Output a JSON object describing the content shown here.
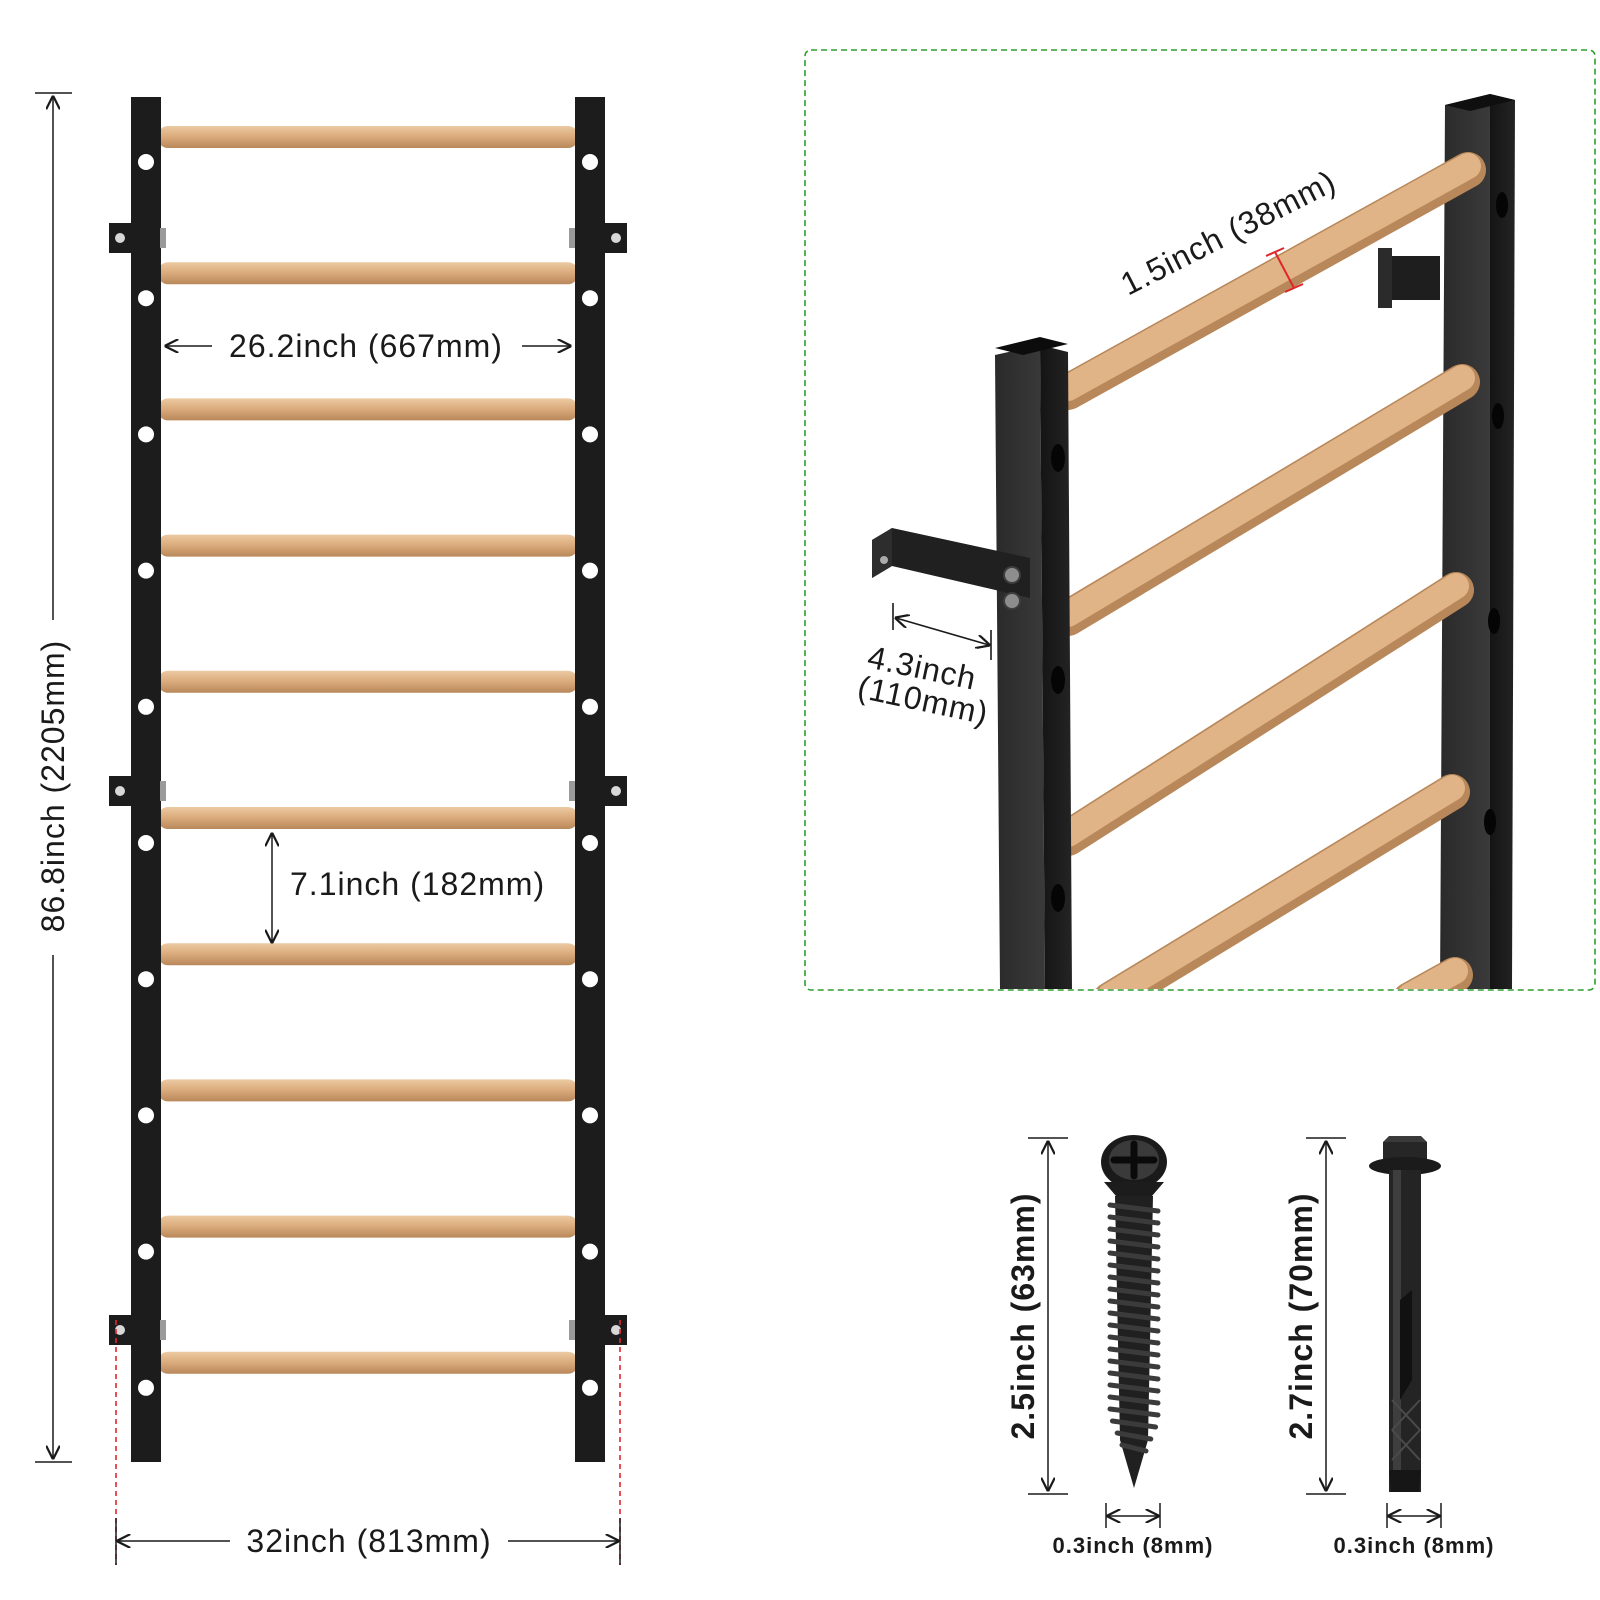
{
  "front_view": {
    "height_label": "86.8inch (2205mm)",
    "inner_width_label": "26.2inch (667mm)",
    "rung_spacing_label": "7.1inch (182mm)",
    "outer_width_label": "32inch (813mm)",
    "rung_count": 10
  },
  "detail_view": {
    "rung_diameter_label": "1.5inch (38mm)",
    "bracket_depth_label_line1": "4.3inch",
    "bracket_depth_label_line2": "(110mm)"
  },
  "hardware": {
    "screw_length_label": "2.5inch (63mm)",
    "screw_diameter_label": "0.3inch (8mm)",
    "anchor_length_label": "2.7inch (70mm)",
    "anchor_diameter_label": "0.3inch (8mm)"
  },
  "colors": {
    "frame": "#1c1c1c",
    "wood": "#d9a878",
    "wood_highlight": "#eac69c",
    "wood_shadow": "#b9885a",
    "detail_border": "#2e9e2e",
    "mark_red": "#e0262b"
  }
}
